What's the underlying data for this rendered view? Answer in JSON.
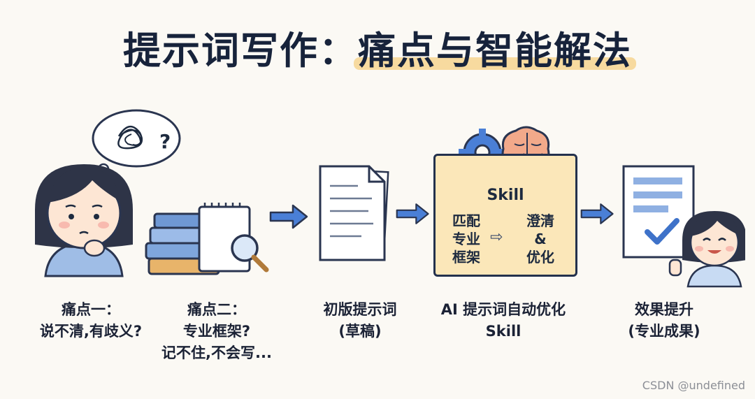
{
  "title": {
    "part1": "提示词写作：",
    "part2": "痛点与智能解法"
  },
  "steps": [
    {
      "line1": "痛点一：",
      "line2": "说不清,有歧义?",
      "line3": ""
    },
    {
      "line1": "痛点二：",
      "line2": "专业框架?",
      "line3": "记不住,不会写..."
    },
    {
      "line1": "初版提示词",
      "line2": "(草稿)",
      "line3": ""
    },
    {
      "line1": "AI 提示词自动优化",
      "line2": "Skill",
      "line3": ""
    },
    {
      "line1": "效果提升",
      "line2": "(专业成果)",
      "line3": ""
    }
  ],
  "skill_box": {
    "title": "Skill",
    "left": [
      "匹配",
      "专业",
      "框架"
    ],
    "arrow": "⇨",
    "right": [
      "澄清",
      "&",
      "优化"
    ]
  },
  "thought": {
    "mark": "?"
  },
  "watermark": "CSDN @undefined",
  "colors": {
    "accent_blue": "#4a7fd6",
    "highlight": "#f6d58f",
    "skill_bg": "#fbe7b9"
  }
}
